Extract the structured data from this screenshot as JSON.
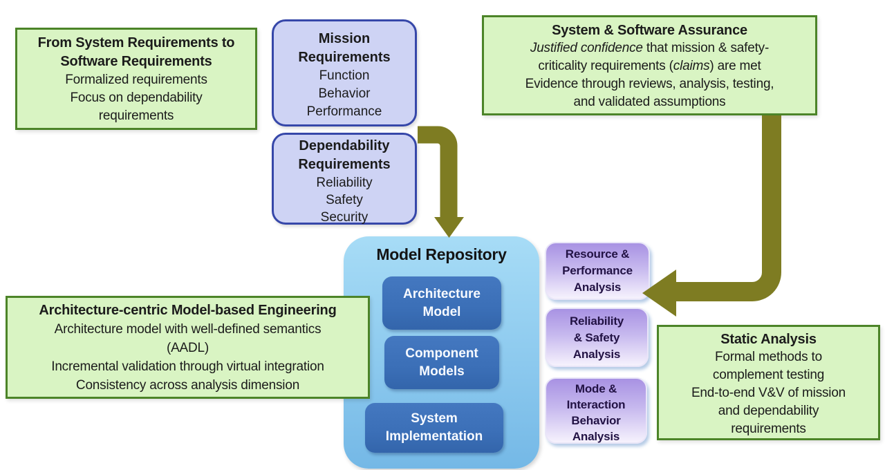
{
  "palette": {
    "green_fill": "#d9f4c3",
    "green_border": "#4c8428",
    "req_fill": "#ced3f4",
    "req_border": "#3647a9",
    "repo_fill_top": "#a7dcf6",
    "repo_fill_bottom": "#74b8e6",
    "model_fill": "#3b6fb7",
    "purple_fill_top": "#a892e3",
    "purple_text": "#221244",
    "arrow_olive": "#7e7c22",
    "text_dark": "#1b1b1b"
  },
  "boxes": {
    "sysreq": {
      "title_lines": [
        "From System Requirements to",
        "Software Requirements"
      ],
      "body_lines": [
        "Formalized requirements",
        "Focus on dependability",
        "requirements"
      ]
    },
    "mission": {
      "title_lines": [
        "Mission",
        "Requirements"
      ],
      "items": [
        "Function",
        "Behavior",
        "Performance"
      ]
    },
    "dependability": {
      "title_lines": [
        "Dependability",
        "Requirements"
      ],
      "items": [
        "Reliability",
        "Safety",
        "Security"
      ]
    },
    "assurance": {
      "title": "System & Software Assurance",
      "line1_italic": "Justified confidence",
      "line1_rest": " that mission & safety-",
      "line2_pre": "criticality requirements (",
      "line2_italic": "claims",
      "line2_post": ") are met",
      "line3": "Evidence through reviews, analysis, testing,",
      "line4": "and validated assumptions"
    },
    "repository": {
      "title": "Model Repository",
      "models": [
        "Architecture Model",
        "Component Models",
        "System Implementation"
      ]
    },
    "analyses": [
      {
        "lines": [
          "Resource &",
          "Performance",
          "Analysis"
        ]
      },
      {
        "lines": [
          "Reliability",
          "& Safety",
          "Analysis"
        ]
      },
      {
        "lines": [
          "Mode &",
          "Interaction",
          "Behavior",
          "Analysis"
        ]
      }
    ],
    "architecture": {
      "title": "Architecture-centric Model-based Engineering",
      "body_lines": [
        "Architecture model with well-defined semantics",
        "(AADL)",
        "Incremental validation through virtual integration",
        "Consistency across analysis dimension"
      ]
    },
    "static_analysis": {
      "title": "Static Analysis",
      "body_lines": [
        "Formal methods to",
        "complement testing",
        "End-to-end V&V of mission",
        "and dependability",
        "requirements"
      ]
    }
  }
}
